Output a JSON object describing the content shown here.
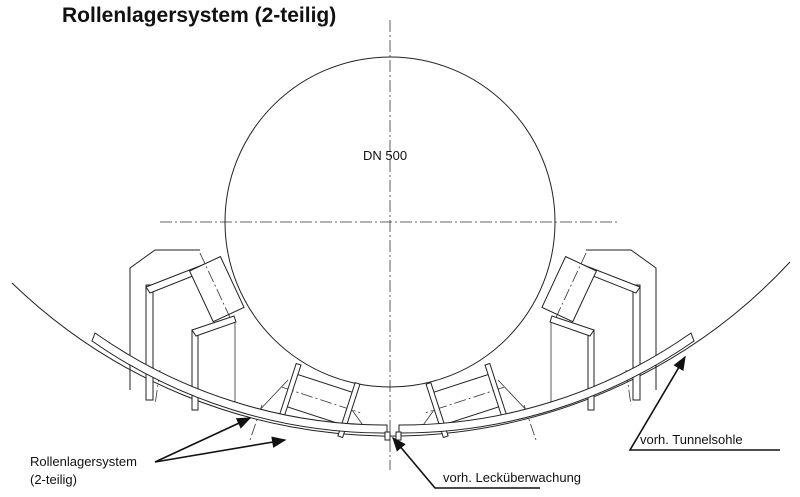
{
  "title": "Rollenlagersystem (2-teilig)",
  "labels": {
    "pipe": "DN 500",
    "bearing_line1": "Rollenlagersystem",
    "bearing_line2": "(2-teilig)",
    "leak": "vorh. Lecküberwachung",
    "tunnel": "vorh. Tunnelsohle"
  }
}
